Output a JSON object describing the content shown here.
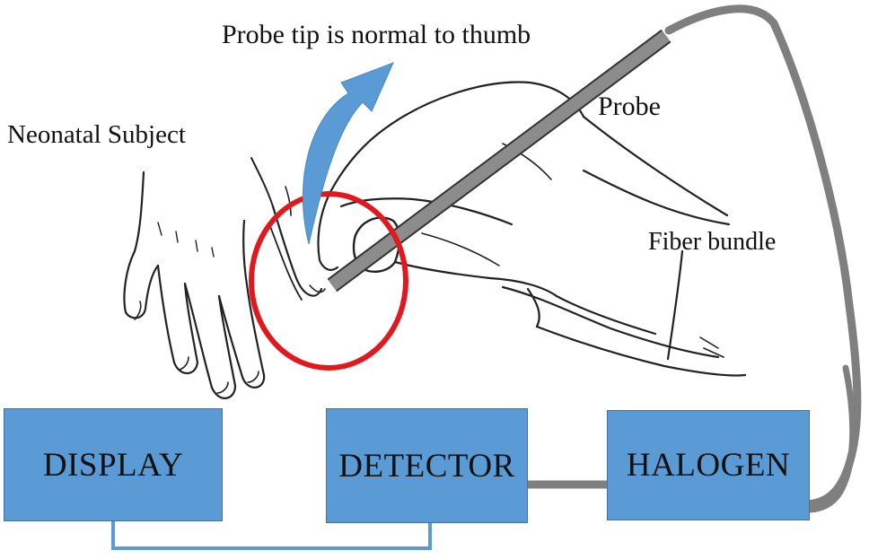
{
  "labels": {
    "probe_tip": "Probe tip is normal to thumb",
    "subject": "Neonatal Subject",
    "probe": "Probe",
    "fiber": "Fiber bundle"
  },
  "blocks": {
    "display": "DISPLAY",
    "detector": "DETECTOR",
    "halogen": "HALOGEN"
  },
  "colors": {
    "block_fill": "#5b9bd5",
    "block_border": "#41719c",
    "connector_blue": "#5b9bd5",
    "cable_gray": "#7f7f7f",
    "highlight_circle": "#e0191e",
    "arrow_blue": "#5b9bd5"
  }
}
